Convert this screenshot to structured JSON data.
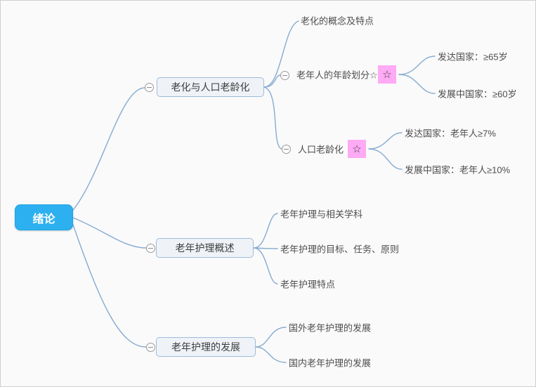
{
  "colors": {
    "background": "#fafafa",
    "root_fill": "#2cb0f0",
    "branch_fill": "#eff3f8",
    "branch_border": "#9bbcdc",
    "connector_line": "#85abd2",
    "marker_fill": "#ffaaf5",
    "leaf_text": "#4d4d4d"
  },
  "mindmap": {
    "root_label": "绪论",
    "branches": [
      {
        "label": "老化与人口老龄化",
        "children": [
          {
            "label": "老化的概念及特点"
          },
          {
            "label": "老年人的年龄划分☆",
            "marker": "☆",
            "children": [
              {
                "label": "发达国家：≥65岁"
              },
              {
                "label": "发展中国家：≥60岁"
              }
            ]
          },
          {
            "label": "人口老龄化",
            "marker": "☆",
            "children": [
              {
                "label": "发达国家：老年人≥7%"
              },
              {
                "label": "发展中国家：老年人≥10%"
              }
            ]
          }
        ]
      },
      {
        "label": "老年护理概述",
        "children": [
          {
            "label": "老年护理与相关学科"
          },
          {
            "label": "老年护理的目标、任务、原则"
          },
          {
            "label": "老年护理特点"
          }
        ]
      },
      {
        "label": "老年护理的发展",
        "children": [
          {
            "label": "国外老年护理的发展"
          },
          {
            "label": "国内老年护理的发展"
          }
        ]
      }
    ]
  }
}
